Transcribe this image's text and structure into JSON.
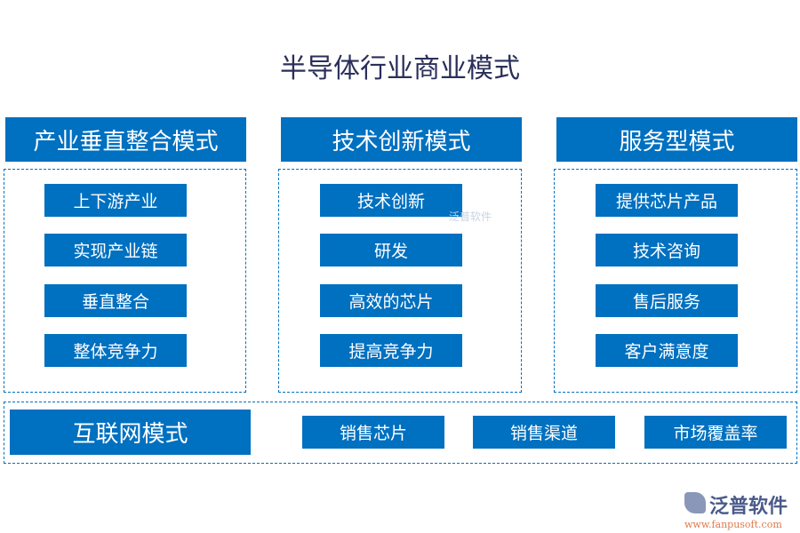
{
  "title": "半导体行业商业模式",
  "columns": [
    {
      "header": "产业垂直整合模式",
      "items": [
        "上下游产业",
        "实现产业链",
        "垂直整合",
        "整体竞争力"
      ]
    },
    {
      "header": "技术创新模式",
      "items": [
        "技术创新",
        "研发",
        "高效的芯片",
        "提高竞争力"
      ]
    },
    {
      "header": "服务型模式",
      "items": [
        "提供芯片产品",
        "技术咨询",
        "售后服务",
        "客户满意度"
      ]
    }
  ],
  "bottom": {
    "header": "互联网模式",
    "items": [
      "销售芯片",
      "销售渠道",
      "市场覆盖率"
    ]
  },
  "watermark": "泛普软件",
  "logo": {
    "name": "泛普软件",
    "url": "www.fanpusoft.com"
  },
  "colors": {
    "accent": "#0070c0",
    "title": "#2a2f5a"
  }
}
